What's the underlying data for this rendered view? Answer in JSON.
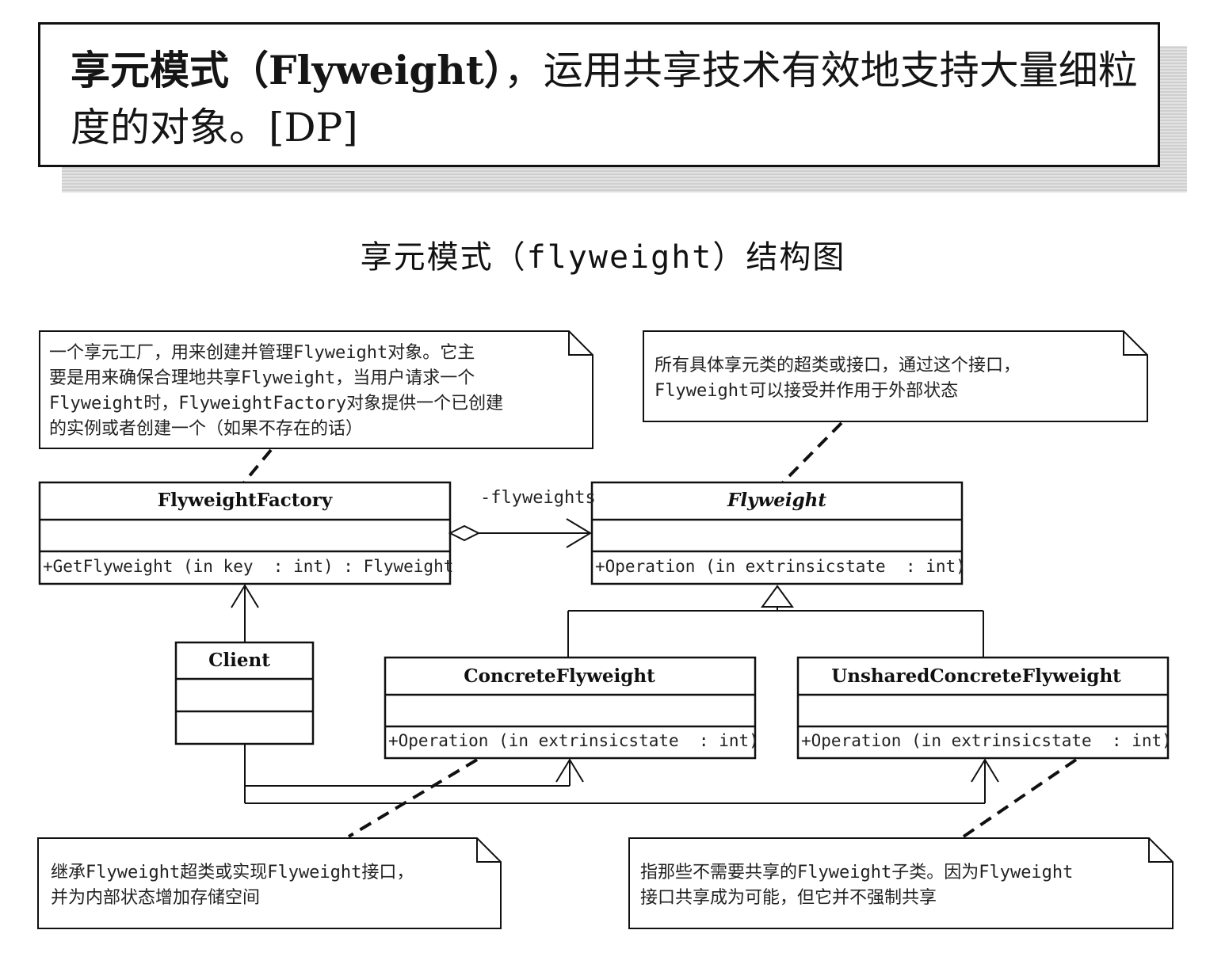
{
  "definition": {
    "term": "享元模式（Flyweight）",
    "text": "，运用共享技术有效地支持大量细粒度的对象。[DP]"
  },
  "diagram_title": "享元模式（flyweight）结构图",
  "association_label": "-flyweights",
  "classes": {
    "flyweight_factory": {
      "name": "FlyweightFactory",
      "operation": "+GetFlyweight (in key  : int) : Flyweight"
    },
    "flyweight": {
      "name": "Flyweight",
      "operation": "+Operation (in extrinsicstate  : int)"
    },
    "client": {
      "name": "Client"
    },
    "concrete_flyweight": {
      "name": "ConcreteFlyweight",
      "operation": "+Operation (in extrinsicstate  : int)"
    },
    "unshared_concrete_flyweight": {
      "name": "UnsharedConcreteFlyweight",
      "operation": "+Operation (in extrinsicstate  : int)"
    }
  },
  "notes": {
    "factory_note": "一个享元工厂，用来创建并管理Flyweight对象。它主\n要是用来确保合理地共享Flyweight，当用户请求一个\nFlyweight时，FlyweightFactory对象提供一个已创建\n的实例或者创建一个（如果不存在的话）",
    "flyweight_note": "所有具体享元类的超类或接口，通过这个接口，\nFlyweight可以接受并作用于外部状态",
    "concrete_note": "继承Flyweight超类或实现Flyweight接口，\n并为内部状态增加存储空间",
    "unshared_note": "指那些不需要共享的Flyweight子类。因为Flyweight\n接口共享成为可能，但它并不强制共享"
  }
}
